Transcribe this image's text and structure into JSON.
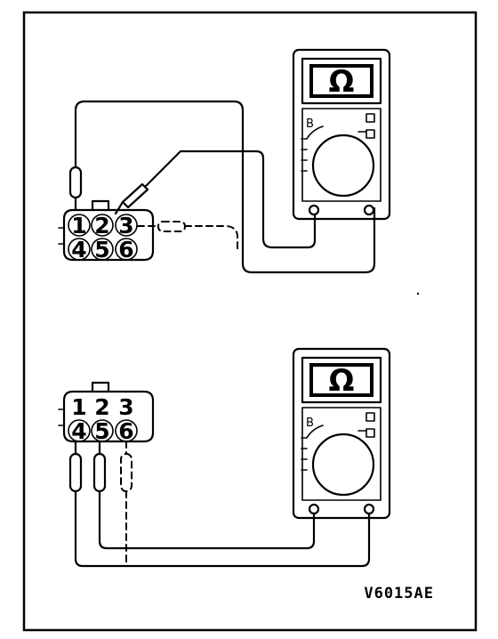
{
  "figure_code": "V6015AE",
  "meter": {
    "unit_symbol": "Ω",
    "mode_letter": "B"
  },
  "top_connector": {
    "pins": [
      "1",
      "2",
      "3",
      "4",
      "5",
      "6"
    ]
  },
  "bottom_connector": {
    "pins": [
      "1",
      "2",
      "3",
      "4",
      "5",
      "6"
    ]
  }
}
